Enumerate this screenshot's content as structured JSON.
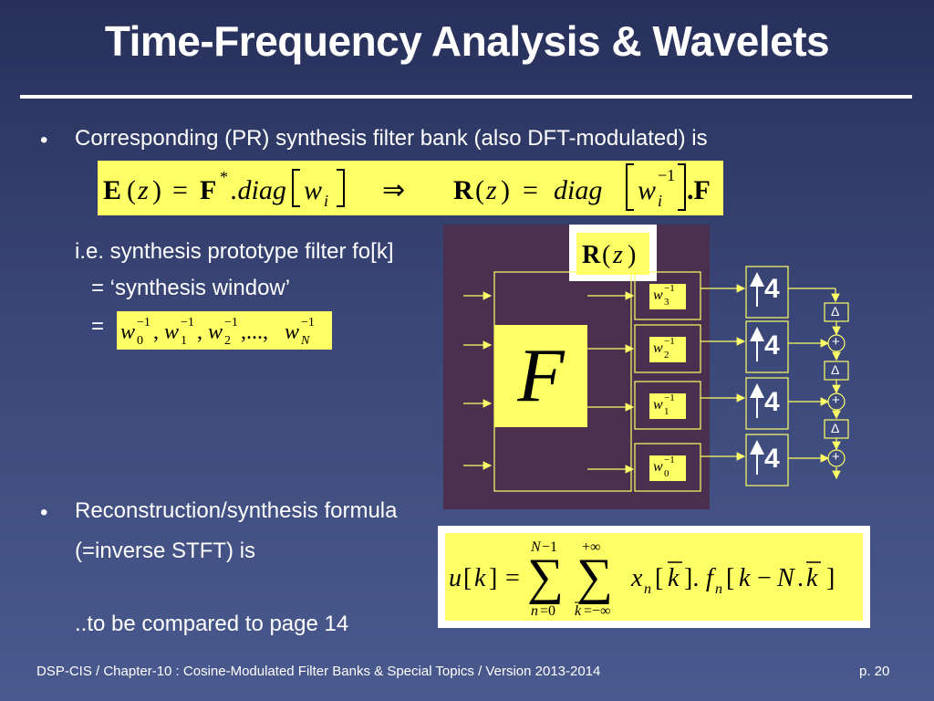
{
  "slide": {
    "title": "Time-Frequency Analysis & Wavelets",
    "bullet_symbol": "•",
    "bullet1": "Corresponding (PR) synthesis filter bank (also DFT-modulated) is",
    "line_ie": "i.e. synthesis prototype filter fo[k]",
    "line_window": "= ‘synthesis window’",
    "line_eq": "=",
    "bullet2": "Reconstruction/synthesis formula",
    "line_inverse": "(=inverse STFT) is",
    "line_compare": "..to be compared to page 14"
  },
  "diagram": {
    "block_label": "F",
    "rz_label": "R(z)",
    "upsample_factor": "4",
    "delay_symbol": "Δ",
    "sum_symbol": "+",
    "weights": [
      {
        "base": "w",
        "sub": "3",
        "sup": "−1"
      },
      {
        "base": "w",
        "sub": "2",
        "sup": "−1"
      },
      {
        "base": "w",
        "sub": "1",
        "sup": "−1"
      },
      {
        "base": "w",
        "sub": "0",
        "sup": "−1"
      }
    ]
  },
  "footer": {
    "left": "DSP-CIS  /  Chapter-10 : Cosine-Modulated Filter Banks & Special Topics  /  Version 2013-2014",
    "right": "p. 20"
  },
  "colors": {
    "background_top": "#27305a",
    "background_bottom": "#4a5a8e",
    "highlight_yellow": "#ffff66",
    "diagram_panel": "#4a2f4e",
    "arrow": "#ffff66"
  }
}
